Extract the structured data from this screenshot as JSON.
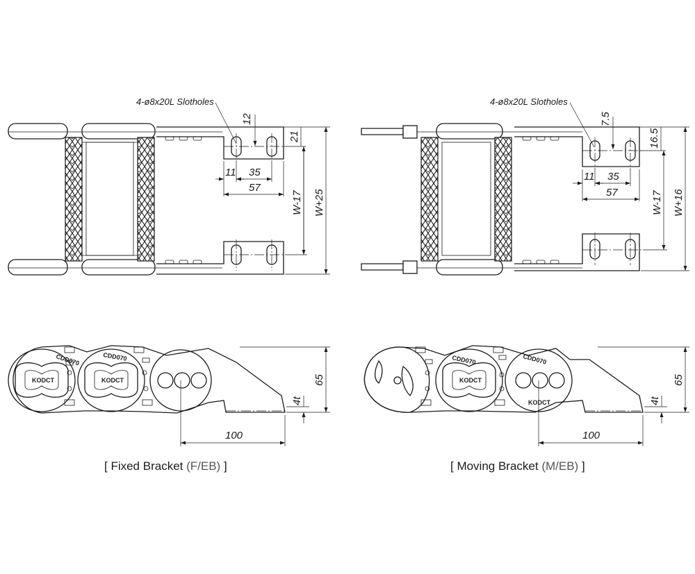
{
  "fixed_view": {
    "slot_callout": "4-ø8x20L Slotholes",
    "dims": {
      "d12": "12",
      "d21": "21",
      "d11": "11",
      "d35": "35",
      "d57": "57",
      "dwm17": "W-17",
      "dwp25": "W+25",
      "d65": "65",
      "d4t": "4t",
      "d100": "100"
    },
    "stamp": "CDD070",
    "brand": "KODCT",
    "caption_main": "[ Fixed Bracket ",
    "caption_sub": "(F/EB)",
    "caption_end": " ]"
  },
  "moving_view": {
    "slot_callout": "4-ø8x20L Slotholes",
    "dims": {
      "d75": "7.5",
      "d165": "16.5",
      "d11": "11",
      "d35": "35",
      "d57": "57",
      "dwm17": "W-17",
      "dwp16": "W+16",
      "d65": "65",
      "d4t": "4t",
      "d100": "100"
    },
    "stamp": "CDD070",
    "brand": "KODCT",
    "caption_main": "[ Moving Bracket ",
    "caption_sub": "(M/EB)",
    "caption_end": " ]"
  }
}
